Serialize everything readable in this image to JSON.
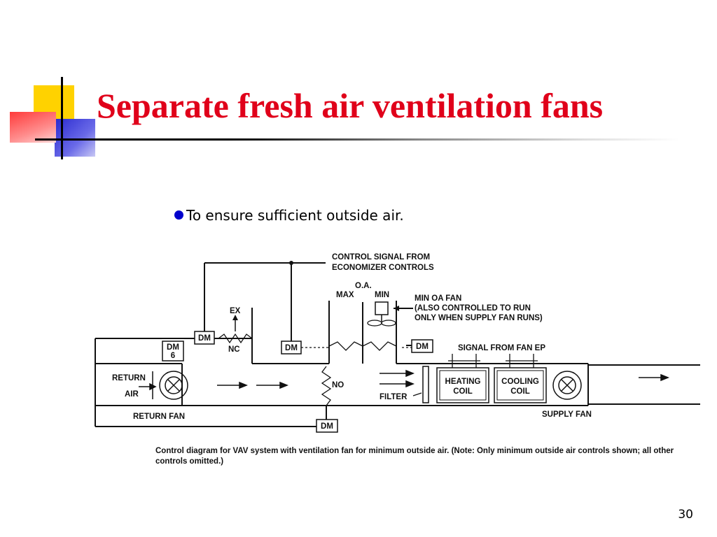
{
  "slide": {
    "title": "Separate fresh air ventilation fans",
    "bullet": "To ensure sufficient outside air.",
    "page_number": "30",
    "accent_colors": {
      "title": "#e0001a",
      "bullet": "#0000cc",
      "deco_yellow": "#ffd700",
      "deco_red": "#ff5050",
      "deco_blue": "#3333cc"
    }
  },
  "diagram": {
    "labels": {
      "control_signal_1": "CONTROL SIGNAL FROM",
      "control_signal_2": "ECONOMIZER CONTROLS",
      "oa": "O.A.",
      "max": "MAX",
      "min": "MIN",
      "min_oa_fan_1": "MIN OA FAN",
      "min_oa_fan_2": "(ALSO CONTROLLED TO RUN",
      "min_oa_fan_3": "ONLY WHEN SUPPLY FAN RUNS)",
      "ex": "EX",
      "nc": "NC",
      "no": "NO",
      "dm": "DM",
      "dm6_top": "DM",
      "dm6_bottom": "6",
      "signal_from_fan_ep": "SIGNAL  FROM FAN  EP",
      "return_1": "RETURN",
      "return_2": "AIR",
      "filter": "FILTER",
      "heating_1": "HEATING",
      "heating_2": "COIL",
      "cooling_1": "COOLING",
      "cooling_2": "COIL",
      "return_fan": "RETURN FAN",
      "supply_fan": "SUPPLY FAN"
    },
    "caption": "Control diagram for VAV system with ventilation fan for minimum outside air. (Note: Only minimum outside air controls shown; all other controls omitted.)"
  }
}
